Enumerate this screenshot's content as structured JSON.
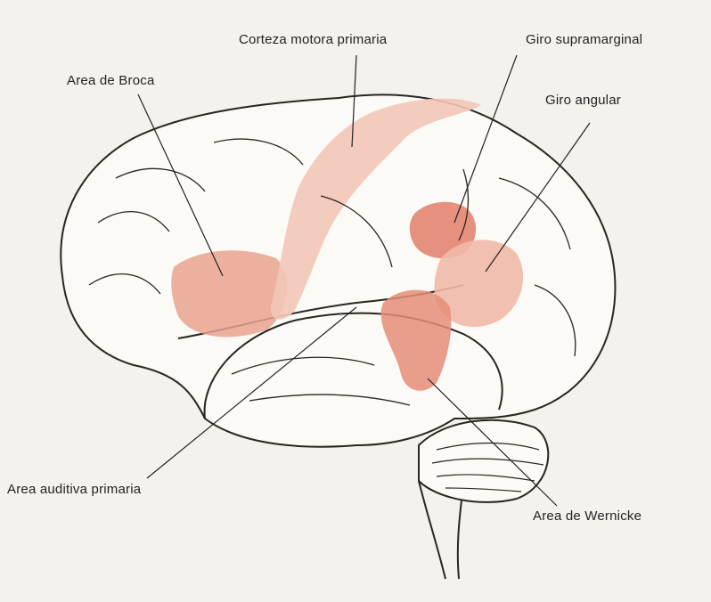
{
  "labels": {
    "motor_cortex": "Corteza motora primaria",
    "supramarginal": "Giro supramarginal",
    "broca": "Area de Broca",
    "angular": "Giro angular",
    "auditory": "Area auditiva primaria",
    "wernicke": "Area de Wernicke"
  },
  "colors": {
    "background": "#f4f2ec",
    "outline": "#2a2522",
    "broca": "#e9a28f",
    "motor_cortex": "#f3c6b8",
    "supramarginal": "#e07e68",
    "angular": "#f1b9a8",
    "wernicke": "#e58d78"
  }
}
